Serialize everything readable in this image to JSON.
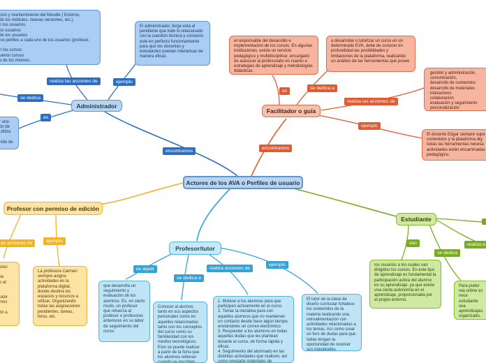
{
  "central": "Actores de los AVA o Perfiles de usuario",
  "admin": {
    "title": "Administrador",
    "tag_encontramos": "encontramos",
    "tag_realiza": "realiza las acciones de",
    "tag_ejemplo": "ejemplo",
    "tag_sededica": "se dedica",
    "tag_es": "es",
    "acciones_note": "ción y mantenimiento del Moodle ( Entorno,\nde los módulos, nuevas versiones, etc.).\nn los usuarios:\nos usuarios\nde los usuarios\nlos perfiles a cada uno de los usuarios (profesor,\n\nn los cursos:\nuevos cursos\ne de los mismos.",
    "ejemplo_note": "El administrador Jorge esta al pendiente que todo lo relacionado con la cuestión técnica y conexión este en perfecto funcionamiento para que los docentes y estudiantes puedan interactuar de manera eficaz.",
    "es_note": "r una\nón de\n Utiliza\n\nnido de"
  },
  "facilitador": {
    "title": "Facilitador o guía",
    "tag_encontramos": "encontramos",
    "tag_es": "es",
    "tag_sededica": "se dedica a",
    "tag_realiza": "realiza las acciones de",
    "tag_ejemplo": "ejemplo",
    "es_note": "el responsable del desarrollo e implementación de los cursos. En algunas instituciones, existe un servicio pedagógico y multidisciplinar, encargado de asesorar al profesorado en cuanto a estrategias de aprendizaje y metodologías didácticas.",
    "dedica_note": "a desarrollar o tutorizar un curso en un determinado EVA, debe de conocer en profundidad las posibilidades y limitaciones de la plataforma, realizando un análisis de las herramientas que posee",
    "acciones_note": "gestión y administración,\ncomunicación,\ndesarrollo de contenidos\ndesarrollo de materiales\ninteractivos\ncolaboración\nevaluación y seguimiento\npersonalización",
    "ejemplo_note": "El docente Edgar siempre supe contenidos y la plataforma dig todas las herramientas necesa actividades estén encaminadas pedagógico."
  },
  "profesor_edicion": {
    "title": "Profesor con permiso de edición",
    "tag_realiza": "as acciones de",
    "tag_ejemplo": "ejemplo",
    "acciones_note": "ores\n\nse\no al\n\n\ntutor\nmos\n\nón a",
    "ejemplo_note": "La profesora Carmen siempre asigna actividades en la plataforma digital, donde destina los espacios y recursos a utilizar. Organizando todas las asignaciones pendientes, tareas, foros, etc."
  },
  "tutor": {
    "title": "Profesor/tutor",
    "tag_esaquel": "es aquel",
    "tag_sededica": "se dedica a",
    "tag_realiza": "realiza acciones de",
    "tag_ejemplo": "ejemplo",
    "esaquel_note": "que desarrolla un seguimiento y evaluación de los alumnos. Es, en cierto modo, un profesor que refuerza al profesor o profesores anteriores en su labor de seguimiento del curso.",
    "dedica_note": "Conocer al alumno, tanto en sus aspectos personales como en aquellos relacionados tanto con los conceptos del curso como su familiaridad con los medios tecnológicos. Esto se puede realizar a partir de la ficha que los alumnos rellenan cuando se inscriben",
    "acciones_note": "1. Motivar a los alumnos para que participen activamente en el curso.\n2. Tomar la iniciativa para con aquellos alumnos que no mantienen un contacto desde hace algún tiempo, enviándoles un correo electrónico.\n3. Responder a los alumnos en todas aquellas dudas que les plantean durante el curso, de forma rápida y eficaz.\n4. Seguimiento del alumnado en las distintas actividades que realicen, así como prestarle materiales de",
    "ejemplo_note": "El tutor de la clase de diseño curricular fortalece los contenidos de la materia realizando una retroalimentación con actividades relacionadas a los temas. Así como crear un foro de dudas para que todas tengan la oportunidad de resolver sus inquietudes."
  },
  "estudiante": {
    "title": "Estudiante",
    "tag_son": "son",
    "tag_sededica": "se dedica",
    "tag_realiza": "realiza a",
    "son_note": "los usuarios a los cuales van dirigidos los cursos. En este tipo de aprendizaje es fundamental la participación activa del alumno en su aprendizaje, ya que existe una cierta autonomía en el aprendizaje, proporcionada por el propio entorno.",
    "dedica_note": "Para poder rea online es nece estudiante sea aprendizajes, organizado, as fundamental e motivación."
  },
  "colors": {
    "blue": "#2c6fc2",
    "cyan": "#33a3d6",
    "salmon": "#e05a32",
    "yellow": "#f0b323",
    "green": "#79ad1f"
  }
}
